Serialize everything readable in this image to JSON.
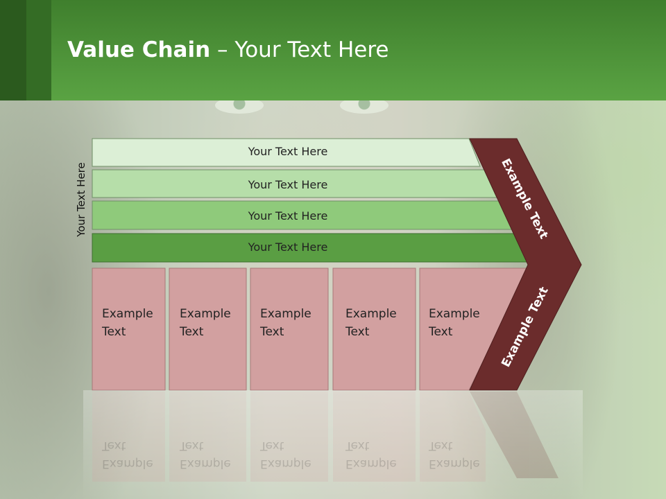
{
  "slide": {
    "title_bold": "Value Chain",
    "title_rest": " – Your Text Here",
    "side_label": "Your Text Here"
  },
  "rows": [
    {
      "label": "Your Text Here",
      "color": "#dcefd6"
    },
    {
      "label": "Your Text Here",
      "color": "#b6dea9"
    },
    {
      "label": "Your Text Here",
      "color": "#8fca7b"
    },
    {
      "label": "Your Text Here",
      "color": "#5a9e43"
    }
  ],
  "cells": [
    {
      "line1": "Example",
      "line2": "Text"
    },
    {
      "line1": "Example",
      "line2": "Text"
    },
    {
      "line1": "Example",
      "line2": "Text"
    },
    {
      "line1": "Example",
      "line2": "Text"
    },
    {
      "line1": "Example",
      "line2": "Text"
    }
  ],
  "chevron": {
    "upper_label": "Example Text",
    "lower_label": "Example Text",
    "color": "#6b2c2c"
  },
  "colors": {
    "header": "#4c9638",
    "cell_fill": "#d2a0a0",
    "cell_border": "#a87878"
  }
}
